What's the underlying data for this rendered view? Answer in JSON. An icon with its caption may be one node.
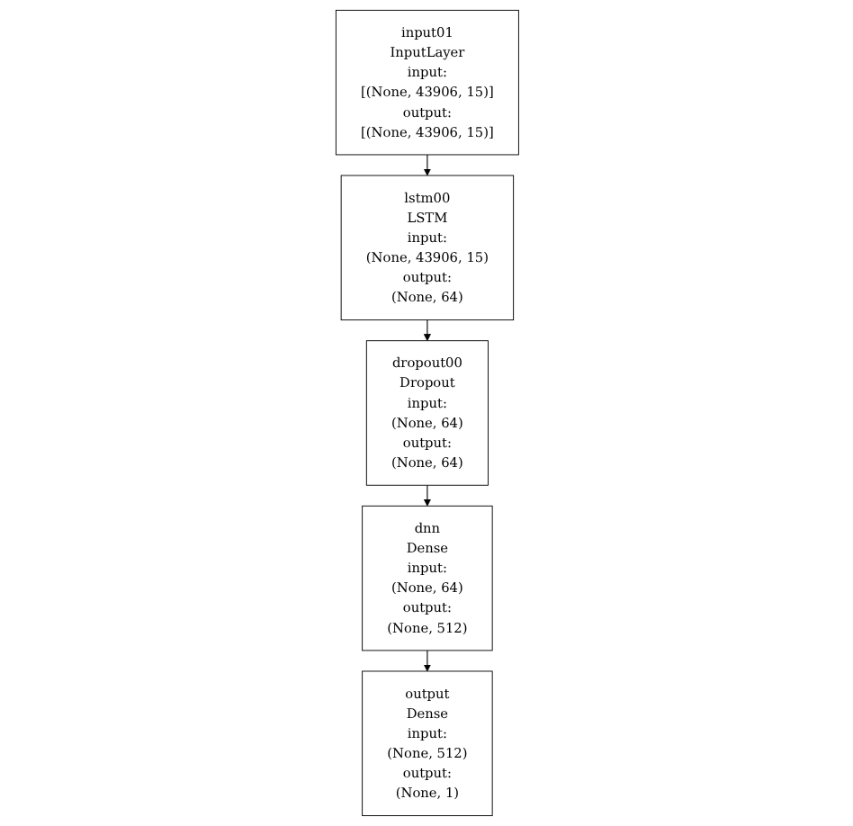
{
  "diagram": {
    "nodes": [
      {
        "text": [
          "input01",
          "InputLayer",
          "input:",
          "[(None, 43906, 15)]",
          "output:",
          "[(None, 43906, 15)]"
        ]
      },
      {
        "text": [
          "lstm00",
          "LSTM",
          "input:",
          "(None, 43906, 15)",
          "output:",
          "(None, 64)"
        ]
      },
      {
        "text": [
          "dropout00",
          "Dropout",
          "input:",
          "(None, 64)",
          "output:",
          "(None, 64)"
        ]
      },
      {
        "text": [
          "dnn",
          "Dense",
          "input:",
          "(None, 64)",
          "output:",
          "(None, 512)"
        ]
      },
      {
        "text": [
          "output",
          "Dense",
          "input:",
          "(None, 512)",
          "output:",
          "(None, 1)"
        ]
      }
    ],
    "edges": [
      {
        "from": 0,
        "to": 1,
        "arrow": "to"
      },
      {
        "from": 1,
        "to": 2,
        "arrow": "to"
      },
      {
        "from": 2,
        "to": 3,
        "arrow": "to"
      },
      {
        "from": 3,
        "to": 4,
        "arrow": "to"
      }
    ]
  }
}
